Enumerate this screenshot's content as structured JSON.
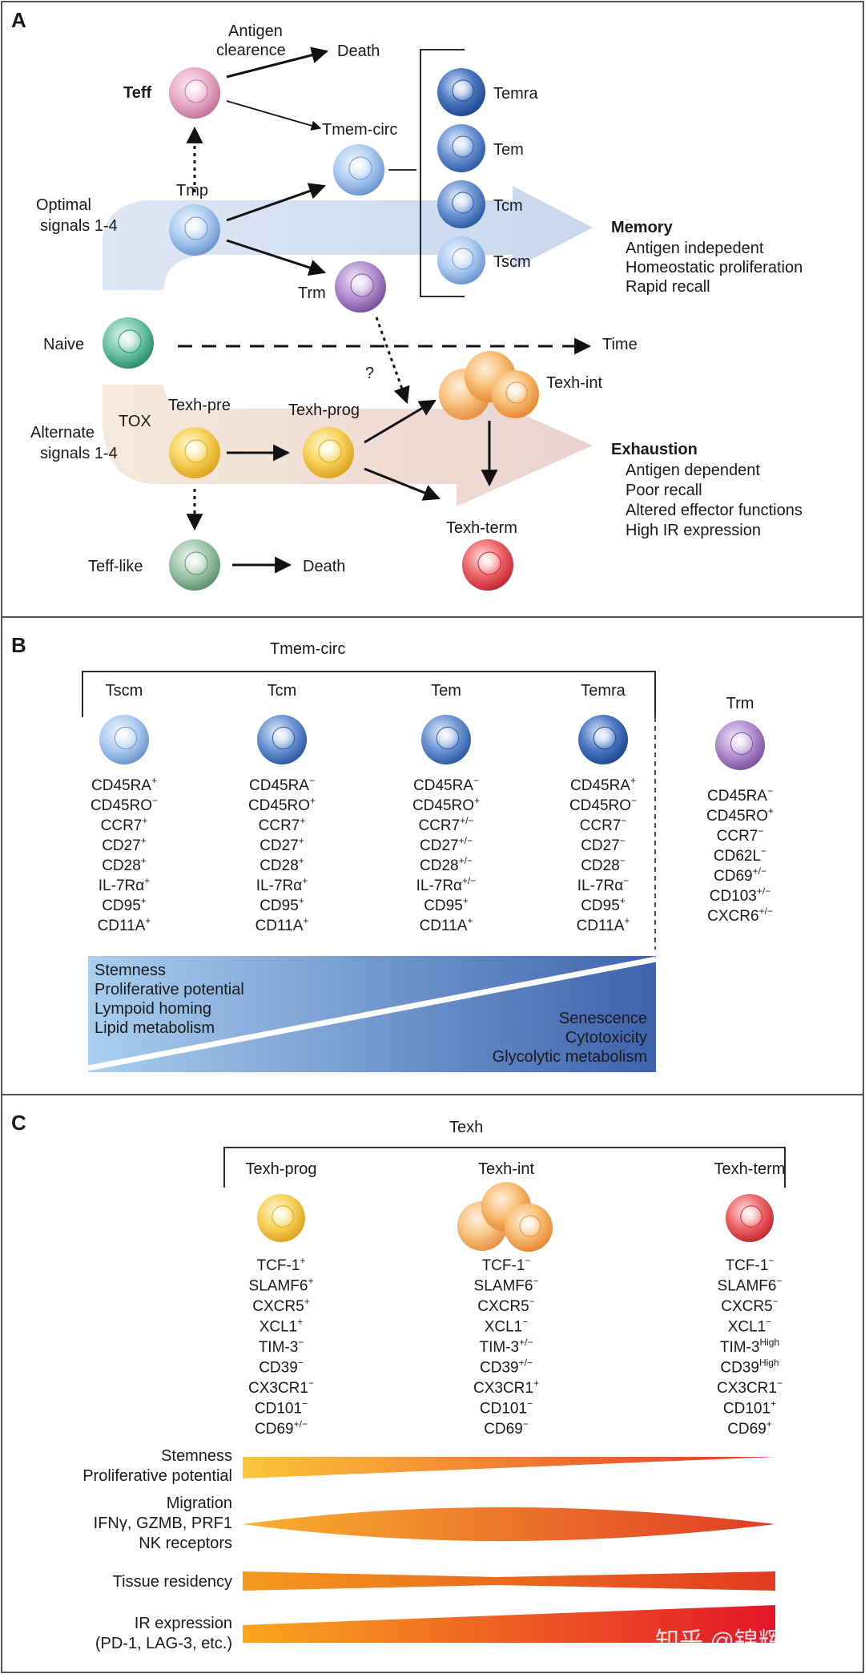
{
  "panelA": {
    "panel_label": "A",
    "left_labels": {
      "optimal": [
        "Optimal",
        "signals 1-4"
      ],
      "alternate": [
        "Alternate",
        "signals 1-4"
      ],
      "naive": "Naive",
      "tox": "TOX"
    },
    "cells": {
      "teff": "Teff",
      "tmp": "Tmp",
      "tmem_circ": "Tmem-circ",
      "trm": "Trm",
      "texh_pre": "Texh-pre",
      "texh_prog": "Texh-prog",
      "texh_int": "Texh-int",
      "texh_term": "Texh-term",
      "teff_like": "Teff-like"
    },
    "antigen_clearance": [
      "Antigen",
      "clearence"
    ],
    "death_top": "Death",
    "death_bottom": "Death",
    "time": "Time",
    "question": "?",
    "memory_subsets": [
      "Temra",
      "Tem",
      "Tcm",
      "Tscm"
    ],
    "memory": {
      "title": "Memory",
      "lines": [
        "Antigen indepedent",
        "Homeostatic proliferation",
        "Rapid recall"
      ]
    },
    "exhaustion": {
      "title": "Exhaustion",
      "lines": [
        "Antigen dependent",
        "Poor recall",
        "Altered effector functions",
        "High IR expression"
      ]
    }
  },
  "panelB": {
    "panel_label": "B",
    "group_label": "Tmem-circ",
    "columns": [
      {
        "name": "Tscm",
        "markers": [
          [
            "CD45RA",
            "+"
          ],
          [
            "CD45RO",
            "−"
          ],
          [
            "CCR7",
            "+"
          ],
          [
            "CD27",
            "+"
          ],
          [
            "CD28",
            "+"
          ],
          [
            "IL-7Rα",
            "+"
          ],
          [
            "CD95",
            "+"
          ],
          [
            "CD11A",
            "+"
          ]
        ]
      },
      {
        "name": "Tcm",
        "markers": [
          [
            "CD45RA",
            "−"
          ],
          [
            "CD45RO",
            "+"
          ],
          [
            "CCR7",
            "+"
          ],
          [
            "CD27",
            "+"
          ],
          [
            "CD28",
            "+"
          ],
          [
            "IL-7Rα",
            "+"
          ],
          [
            "CD95",
            "+"
          ],
          [
            "CD11A",
            "+"
          ]
        ]
      },
      {
        "name": "Tem",
        "markers": [
          [
            "CD45RA",
            "−"
          ],
          [
            "CD45RO",
            "+"
          ],
          [
            "CCR7",
            "+/−"
          ],
          [
            "CD27",
            "+/−"
          ],
          [
            "CD28",
            "+/−"
          ],
          [
            "IL-7Rα",
            "+/−"
          ],
          [
            "CD95",
            "+"
          ],
          [
            "CD11A",
            "+"
          ]
        ]
      },
      {
        "name": "Temra",
        "markers": [
          [
            "CD45RA",
            "+"
          ],
          [
            "CD45RO",
            "−"
          ],
          [
            "CCR7",
            "−"
          ],
          [
            "CD27",
            "−"
          ],
          [
            "CD28",
            "−"
          ],
          [
            "IL-7Rα",
            "−"
          ],
          [
            "CD95",
            "+"
          ],
          [
            "CD11A",
            "+"
          ]
        ]
      }
    ],
    "trm": {
      "name": "Trm",
      "markers": [
        [
          "CD45RA",
          "−"
        ],
        [
          "CD45RO",
          "+"
        ],
        [
          "CCR7",
          "−"
        ],
        [
          "CD62L",
          "−"
        ],
        [
          "CD69",
          "+/−"
        ],
        [
          "CD103",
          "+/−"
        ],
        [
          "CXCR6",
          "+/−"
        ]
      ]
    },
    "gradient_left": [
      "Stemness",
      "Proliferative potential",
      "Lympoid homing",
      "Lipid metabolism"
    ],
    "gradient_right": [
      "Senescence",
      "Cytotoxicity",
      "Glycolytic metabolism"
    ]
  },
  "panelC": {
    "panel_label": "C",
    "group_label": "Texh",
    "columns": [
      {
        "name": "Texh-prog",
        "markers": [
          [
            "TCF-1",
            "+"
          ],
          [
            "SLAMF6",
            "+"
          ],
          [
            "CXCR5",
            "+"
          ],
          [
            "XCL1",
            "+"
          ],
          [
            "TIM-3",
            "−"
          ],
          [
            "CD39",
            "−"
          ],
          [
            "CX3CR1",
            "−"
          ],
          [
            "CD101",
            "−"
          ],
          [
            "CD69",
            "+/−"
          ]
        ]
      },
      {
        "name": "Texh-int",
        "markers": [
          [
            "TCF-1",
            "−"
          ],
          [
            "SLAMF6",
            "−"
          ],
          [
            "CXCR5",
            "−"
          ],
          [
            "XCL1",
            "−"
          ],
          [
            "TIM-3",
            "+/−"
          ],
          [
            "CD39",
            "+/−"
          ],
          [
            "CX3CR1",
            "+"
          ],
          [
            "CD101",
            "−"
          ],
          [
            "CD69",
            "−"
          ]
        ]
      },
      {
        "name": "Texh-term",
        "markers": [
          [
            "TCF-1",
            "−"
          ],
          [
            "SLAMF6",
            "−"
          ],
          [
            "CXCR5",
            "−"
          ],
          [
            "XCL1",
            "−"
          ],
          [
            "TIM-3",
            "High"
          ],
          [
            "CD39",
            "High"
          ],
          [
            "CX3CR1",
            "−"
          ],
          [
            "CD101",
            "+"
          ],
          [
            "CD69",
            "+"
          ]
        ]
      }
    ],
    "bars": [
      {
        "labels": [
          "Stemness",
          "Proliferative potential"
        ]
      },
      {
        "labels": [
          "Migration",
          "IFNγ, GZMB, PRF1",
          "NK receptors"
        ]
      },
      {
        "labels": [
          "Tissue residency"
        ]
      },
      {
        "labels": [
          "IR expression",
          "(PD-1, LAG-3, etc.)"
        ]
      }
    ],
    "watermark": "知乎 @锦辉生物"
  }
}
